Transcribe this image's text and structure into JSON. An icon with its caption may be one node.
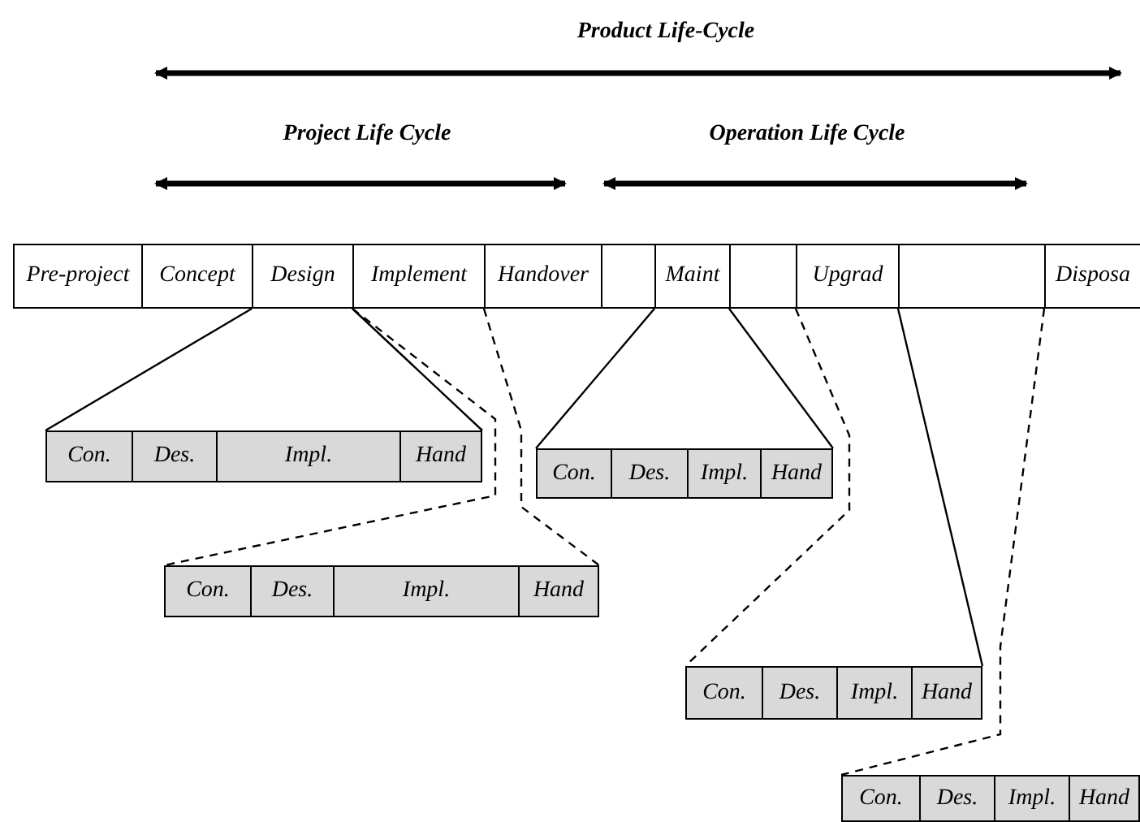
{
  "diagram": {
    "nodes": [
      {
        "text": [
          "Pre-project"
        ]
      },
      {
        "text": [
          "Concept"
        ]
      },
      {
        "text": [
          "Design"
        ]
      },
      {
        "text": [
          "Implement"
        ]
      },
      {
        "text": [
          "Handover"
        ]
      },
      {
        "text": [],
        "shape": "box"
      },
      {
        "text": [
          "Maint"
        ]
      },
      {
        "text": [],
        "shape": "box"
      },
      {
        "text": [
          "Upgrad"
        ]
      },
      {
        "text": [],
        "shape": "box"
      },
      {
        "text": [
          "Disposa"
        ]
      },
      {
        "text": [],
        "shape": "bar"
      },
      {
        "text": [
          "Con."
        ],
        "in": 11
      },
      {
        "text": [
          "Des."
        ],
        "in": 11
      },
      {
        "text": [
          "Impl."
        ],
        "in": 11
      },
      {
        "text": [
          "Hand"
        ],
        "in": 11
      },
      {
        "text": [],
        "shape": "bar"
      },
      {
        "text": [
          "Con."
        ],
        "in": 16
      },
      {
        "text": [
          "Des."
        ],
        "in": 16
      },
      {
        "text": [
          "Impl."
        ],
        "in": 16
      },
      {
        "text": [
          "Hand"
        ],
        "in": 16
      },
      {
        "text": [],
        "shape": "bar"
      },
      {
        "text": [
          "Con."
        ],
        "in": 21
      },
      {
        "text": [
          "Des."
        ],
        "in": 21
      },
      {
        "text": [
          "Impl."
        ],
        "in": 21
      },
      {
        "text": [
          "Hand"
        ],
        "in": 21
      },
      {
        "text": [],
        "shape": "bar"
      },
      {
        "text": [
          "Con."
        ],
        "in": 26
      },
      {
        "text": [
          "Des."
        ],
        "in": 26
      },
      {
        "text": [
          "Impl."
        ],
        "in": 26
      },
      {
        "text": [
          "Hand"
        ],
        "in": 26
      },
      {
        "text": [],
        "shape": "bar"
      },
      {
        "text": [
          "Con."
        ],
        "in": 31
      },
      {
        "text": [
          "Des."
        ],
        "in": 31
      },
      {
        "text": [
          "Impl."
        ],
        "in": 31
      },
      {
        "text": [
          "Hand"
        ],
        "in": 31
      }
    ],
    "edges": [
      {
        "from": 2,
        "to": 11,
        "arrow": "none"
      },
      {
        "from": 2,
        "to": 11,
        "arrow": "none"
      },
      {
        "from": 3,
        "to": 21,
        "arrow": "none",
        "style": "dashed"
      },
      {
        "from": 3,
        "to": 21,
        "arrow": "none",
        "style": "dashed"
      },
      {
        "from": 6,
        "to": 16,
        "arrow": "none"
      },
      {
        "from": 6,
        "to": 16,
        "arrow": "none"
      },
      {
        "from": 8,
        "to": 26,
        "arrow": "none",
        "style": "dashed"
      },
      {
        "from": 8,
        "to": 26,
        "arrow": "none"
      },
      {
        "from": 10,
        "to": 31,
        "arrow": "none",
        "style": "dashed"
      }
    ],
    "labels": [
      "Product Life-Cycle",
      "Project Life Cycle",
      "Operation Life Cycle"
    ]
  }
}
